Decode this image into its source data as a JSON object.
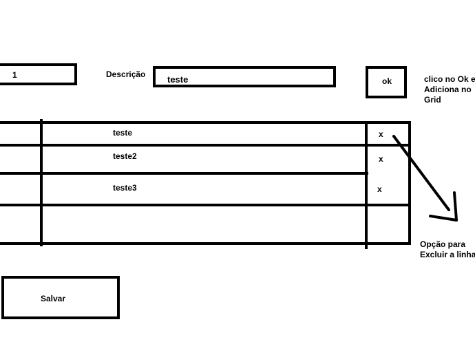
{
  "form": {
    "id_value": "1",
    "description_label": "Descrição",
    "description_value": "teste",
    "ok_label": "ok"
  },
  "annotations": {
    "ok_note": [
      "clico no Ok e",
      "Adiciona no",
      "Grid"
    ],
    "delete_note": [
      "Opção para",
      "Excluir a linha"
    ]
  },
  "grid": {
    "rows": [
      {
        "description": "teste",
        "delete": "x"
      },
      {
        "description": "teste2",
        "delete": "x"
      },
      {
        "description": "teste3",
        "delete": "x"
      },
      {
        "description": "",
        "delete": ""
      }
    ]
  },
  "save_label": "Salvar"
}
